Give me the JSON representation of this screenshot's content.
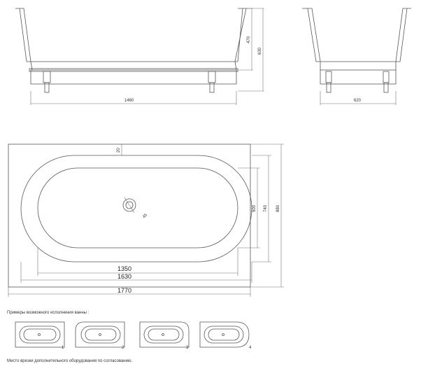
{
  "side_view": {
    "height_inner": "470",
    "height_total": "630",
    "length": "1460"
  },
  "end_view": {
    "width": "620"
  },
  "plan_view": {
    "offset": "20",
    "drain_angle": "45",
    "inner_width": "500",
    "mid_width": "740",
    "outer_width": "880",
    "inner_length": "1350",
    "mid_length": "1630",
    "outer_length": "1770"
  },
  "variants": {
    "caption": "Примеры возможного исполнения ванны :",
    "labels": [
      "1",
      "2",
      "3",
      "4"
    ]
  },
  "footer_note": "Место врезки дополнительного оборудования по согласованию."
}
